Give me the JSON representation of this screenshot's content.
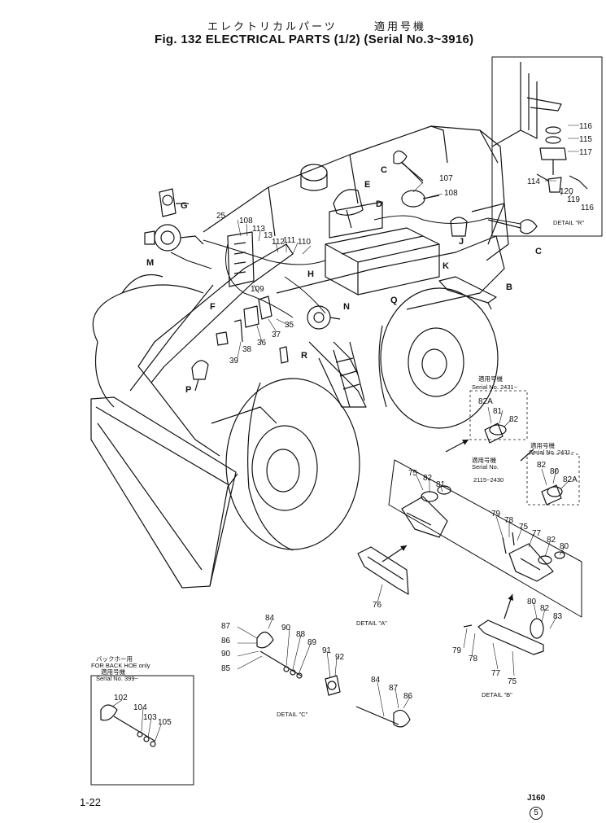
{
  "title": {
    "japanese": "エレクトリカルパーツ",
    "japanese_serial": "適用号機",
    "english": "Fig. 132  ELECTRICAL PARTS (1/2) (Serial No.3~3916)"
  },
  "details": {
    "r": "DETAIL \"R\"",
    "a": "DETAIL \"A\"",
    "b": "DETAIL \"B\"",
    "c": "DETAIL \"C\""
  },
  "serial_notes": {
    "n1_line1": "適用号機",
    "n1_line2": "Serial No. 2431~",
    "n2_line1": "適用号機",
    "n2_line2": "Serial No. 2431~",
    "n3_line1": "適用号機",
    "n3_line2": "Serial No.",
    "n3_line3": "2115~2430",
    "backhoe_line1": "バックホー用",
    "backhoe_line2": "FOR BACK HOE only",
    "backhoe_line3": "適用号機",
    "backhoe_line4": "Serial No. 399~"
  },
  "callouts": {
    "c116a": "116",
    "c115": "115",
    "c117": "117",
    "c114": "114",
    "c120": "120",
    "c119": "119",
    "c116b": "116",
    "c107": "107",
    "c108a": "108",
    "c25": "25",
    "c108b": "108",
    "c113": "113",
    "c13": "13",
    "c112": "112",
    "c111": "111",
    "c110": "110",
    "c109": "109",
    "c37": "37",
    "c35": "35",
    "c36": "36",
    "c38": "38",
    "c39": "39",
    "c82Aa": "82A",
    "c81a": "81",
    "c82a": "82",
    "c82Ab": "82A",
    "c80a": "80",
    "c82b": "82",
    "c75a": "75",
    "c82c": "82",
    "c81b": "81",
    "c79a": "79",
    "c78a": "78",
    "c75b": "75",
    "c77a": "77",
    "c82d": "82",
    "c80b": "80",
    "c76": "76",
    "c80c": "80",
    "c82e": "82",
    "c83": "83",
    "c79b": "79",
    "c78b": "78",
    "c77b": "77",
    "c75c": "75",
    "c87a": "87",
    "c84a": "84",
    "c90a": "90",
    "c88": "88",
    "c89": "89",
    "c86a": "86",
    "c90b": "90",
    "c85": "85",
    "c91": "91",
    "c92": "92",
    "c84b": "84",
    "c87b": "87",
    "c86b": "86",
    "c102": "102",
    "c104": "104",
    "c103": "103",
    "c105": "105"
  },
  "letters": {
    "G": "G",
    "M": "M",
    "E": "E",
    "D": "D",
    "C1": "C",
    "C2": "C",
    "H": "H",
    "J": "J",
    "K": "K",
    "B": "B",
    "N": "N",
    "Q": "Q",
    "R": "R",
    "P": "P",
    "F": "F"
  },
  "footer": {
    "page": "1-22",
    "code": "J160",
    "circled": "5"
  }
}
